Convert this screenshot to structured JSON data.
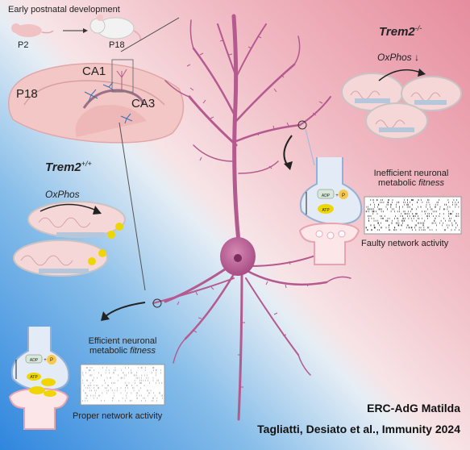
{
  "development": {
    "title": "Early postnatal development",
    "p2": "P2",
    "p18": "P18"
  },
  "brain": {
    "age": "P18",
    "ca1": "CA1",
    "ca3": "CA3"
  },
  "knockout": {
    "gene": "Trem2",
    "genotype": "-/-",
    "oxphos": "OxPhos ↓",
    "fitness_line1": "Inefficient neuronal",
    "fitness_line2": "metabolic ",
    "fitness_word": "fitness",
    "network": "Faulty network activity"
  },
  "wildtype": {
    "gene": "Trem2",
    "genotype": "+/+",
    "oxphos": "OxPhos",
    "fitness_line1": "Efficient neuronal",
    "fitness_line2": "metabolic ",
    "fitness_word": "fitness",
    "network": "Proper network activity"
  },
  "synapse": {
    "adp": "ADP",
    "plus": "+",
    "p": "P",
    "atp": "ATP"
  },
  "credits": {
    "grant": "ERC-AdG Matilda",
    "citation": "Tagliatti, Desiato et al., Immunity 2024"
  },
  "colors": {
    "neuron": "#b45a8f",
    "bg_pink": "#e89aaa",
    "bg_blue": "#3b8fe0",
    "atp": "#f0d600",
    "mito_fill": "#f6d7d8"
  }
}
